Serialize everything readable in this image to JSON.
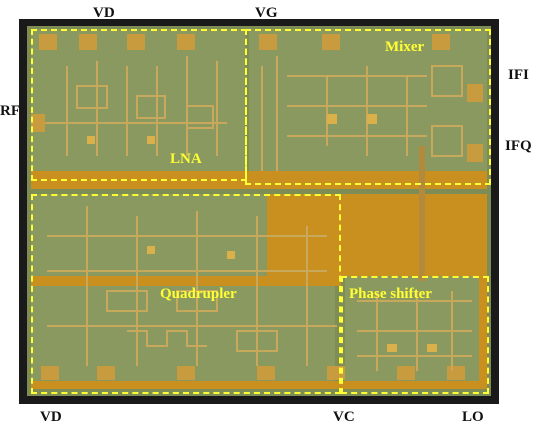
{
  "pin_labels": {
    "vd_top": "VD",
    "vg": "VG",
    "rf": "RF",
    "ifi": "IFI",
    "ifq": "IFQ",
    "vd_bottom": "VD",
    "vc": "VC",
    "lo": "LO"
  },
  "block_labels": {
    "lna": "LNA",
    "mixer": "Mixer",
    "quadrupler": "Quadrupler",
    "phase_shifter": "Phase shifter"
  },
  "colors": {
    "annotation": "#ffff33",
    "substrate": "#7d8d55",
    "metal": "#c9901f"
  }
}
